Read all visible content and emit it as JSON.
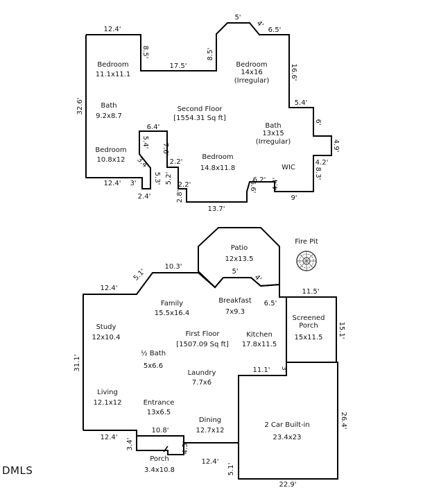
{
  "second_floor": {
    "title": "Second Floor",
    "area": "[1554.31 Sq ft]",
    "rooms": [
      {
        "name": "Bedroom",
        "size": "11.1x11.1"
      },
      {
        "name": "Bedroom",
        "size": "14x16",
        "note": "(Irregular)"
      },
      {
        "name": "Bath",
        "size": "9.2x8.7"
      },
      {
        "name": "Bath",
        "size": "13x15",
        "note": "(Irregular)"
      },
      {
        "name": "Bedroom",
        "size": "10.8x12"
      },
      {
        "name": "Bedroom",
        "size": "14.8x11.8"
      },
      {
        "name": "WIC"
      }
    ],
    "dims": [
      "12.4'",
      "8.5'",
      "17.5'",
      "8.5'",
      "5'",
      "4'",
      "6.5'",
      "16.6'",
      "5.4'",
      "6'",
      "4.9'",
      "4.2'",
      "8.3'",
      "9'",
      "4.4'",
      "6.2'",
      "6.6'",
      "13.7'",
      "2.8'",
      "2.2'",
      "5.2'",
      "2.2'",
      "7.6'",
      "6.4'",
      "5.4'",
      "3.4'",
      "5.3'",
      "3'",
      "2.4'",
      "12.4'",
      "32.6'"
    ]
  },
  "first_floor": {
    "title": "First Floor",
    "area": "[1507.09 Sq ft]",
    "rooms": [
      {
        "name": "Patio",
        "size": "12x13.5"
      },
      {
        "name": "Family",
        "size": "15.5x16.4"
      },
      {
        "name": "Breakfast",
        "size": "7x9.3"
      },
      {
        "name": "Study",
        "size": "12x10.4"
      },
      {
        "name": "Kitchen",
        "size": "17.8x11.5"
      },
      {
        "name": "Screened",
        "name2": "Porch",
        "size": "15x11.5"
      },
      {
        "name": "½ Bath",
        "size": "5x6.6"
      },
      {
        "name": "Laundry",
        "size": "7.7x6"
      },
      {
        "name": "Living",
        "size": "12.1x12"
      },
      {
        "name": "Entrance",
        "size": "13x6.5"
      },
      {
        "name": "Dining",
        "size": "12.7x12"
      },
      {
        "name": "2 Car Built-in",
        "size": "23.4x23"
      },
      {
        "name": "Porch",
        "size": "3.4x10.8"
      }
    ],
    "fire_pit": "Fire Pit",
    "dims": [
      "12.4'",
      "5.1'",
      "10.3'",
      "5'",
      "4'",
      "6.5'",
      "11.5'",
      "15.1'",
      "11.1'",
      "3'",
      "26.4'",
      "22.9'",
      "5.1'",
      "12.4'",
      "4.5'",
      "10.8'",
      "3.4'",
      "12.4'",
      "31.1'"
    ]
  },
  "watermark": "DMLS"
}
